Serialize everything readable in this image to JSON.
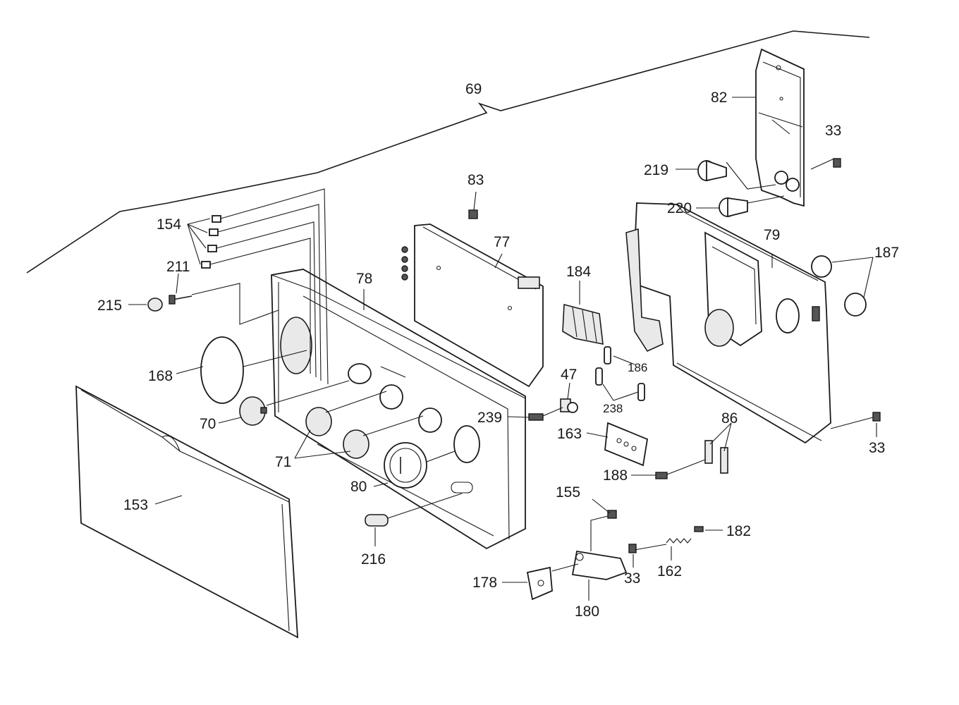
{
  "diagram": {
    "callouts": [
      {
        "id": "c69",
        "label": "69"
      },
      {
        "id": "c82",
        "label": "82"
      },
      {
        "id": "c33a",
        "label": "33"
      },
      {
        "id": "c219",
        "label": "219"
      },
      {
        "id": "c220",
        "label": "220"
      },
      {
        "id": "c83",
        "label": "83"
      },
      {
        "id": "c77",
        "label": "77"
      },
      {
        "id": "c79",
        "label": "79"
      },
      {
        "id": "c187",
        "label": "187"
      },
      {
        "id": "c154",
        "label": "154"
      },
      {
        "id": "c211",
        "label": "211"
      },
      {
        "id": "c215",
        "label": "215"
      },
      {
        "id": "c78",
        "label": "78"
      },
      {
        "id": "c184",
        "label": "184"
      },
      {
        "id": "c168",
        "label": "168"
      },
      {
        "id": "c186",
        "label": "186"
      },
      {
        "id": "c47",
        "label": "47"
      },
      {
        "id": "c238",
        "label": "238"
      },
      {
        "id": "c70",
        "label": "70"
      },
      {
        "id": "c239",
        "label": "239"
      },
      {
        "id": "c86",
        "label": "86"
      },
      {
        "id": "c163",
        "label": "163"
      },
      {
        "id": "c33b",
        "label": "33"
      },
      {
        "id": "c71",
        "label": "71"
      },
      {
        "id": "c188",
        "label": "188"
      },
      {
        "id": "c80",
        "label": "80"
      },
      {
        "id": "c155",
        "label": "155"
      },
      {
        "id": "c153",
        "label": "153"
      },
      {
        "id": "c182",
        "label": "182"
      },
      {
        "id": "c216",
        "label": "216"
      },
      {
        "id": "c162",
        "label": "162"
      },
      {
        "id": "c178",
        "label": "178"
      },
      {
        "id": "c33c",
        "label": "33"
      },
      {
        "id": "c180",
        "label": "180"
      }
    ]
  }
}
